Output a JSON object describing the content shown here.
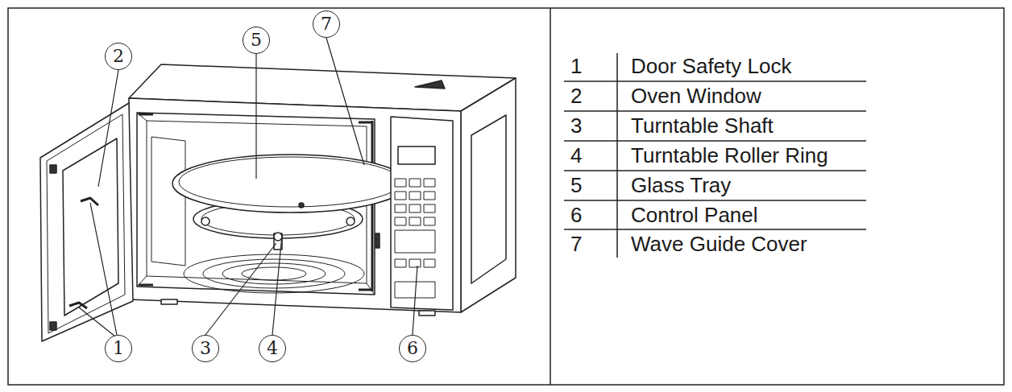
{
  "diagram": {
    "labels": [
      "2",
      "5",
      "7",
      "1",
      "3",
      "4",
      "6",
      "1",
      "Door Safety Lock",
      "2",
      "Oven Window",
      "3",
      "Turntable Shaft",
      "4",
      "Turntable Roller Ring",
      "5",
      "Glass Tray",
      "6",
      "Control Panel",
      "7",
      "Wave Guide Cover"
    ]
  }
}
